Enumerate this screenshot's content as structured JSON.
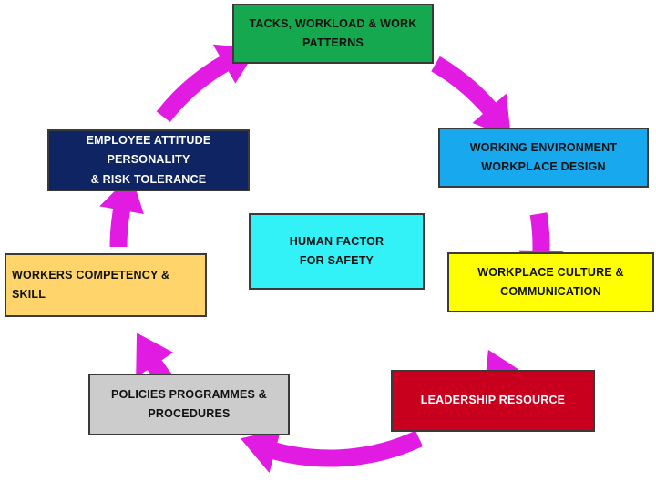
{
  "diagram": {
    "colors": {
      "arrow": "#e21be2",
      "border": "#3a3a3a"
    },
    "center": {
      "label": "HUMAN FACTOR\nFOR SAFETY",
      "fill": "#33f2f7",
      "text_color": "#111111"
    },
    "cycle_order": [
      "tasks",
      "environment",
      "culture",
      "leadership",
      "policies",
      "competency",
      "attitude"
    ],
    "nodes": {
      "tasks": {
        "label": "TACKS, WORKLOAD & WORK\nPATTERNS",
        "fill": "#16a84e",
        "text_color": "#111111"
      },
      "environment": {
        "label": "WORKING ENVIRONMENT\nWORKPLACE DESIGN",
        "fill": "#17a8ee",
        "text_color": "#111111"
      },
      "culture": {
        "label": "WORKPLACE CULTURE &\nCOMMUNICATION",
        "fill": "#ffff00",
        "text_color": "#111111"
      },
      "leadership": {
        "label": "LEADERSHIP RESOURCE",
        "fill": "#c8001d",
        "text_color": "#ffffff"
      },
      "policies": {
        "label": "POLICIES PROGRAMMES &\nPROCEDURES",
        "fill": "#cccccc",
        "text_color": "#111111"
      },
      "competency": {
        "label": "WORKERS COMPETENCY &\nSKILL",
        "fill": "#ffd46b",
        "text_color": "#111111"
      },
      "attitude": {
        "label": "EMPLOYEE ATTITUDE\nPERSONALITY\n& RISK TOLERANCE",
        "fill": "#0f2463",
        "text_color": "#ffffff"
      }
    }
  }
}
